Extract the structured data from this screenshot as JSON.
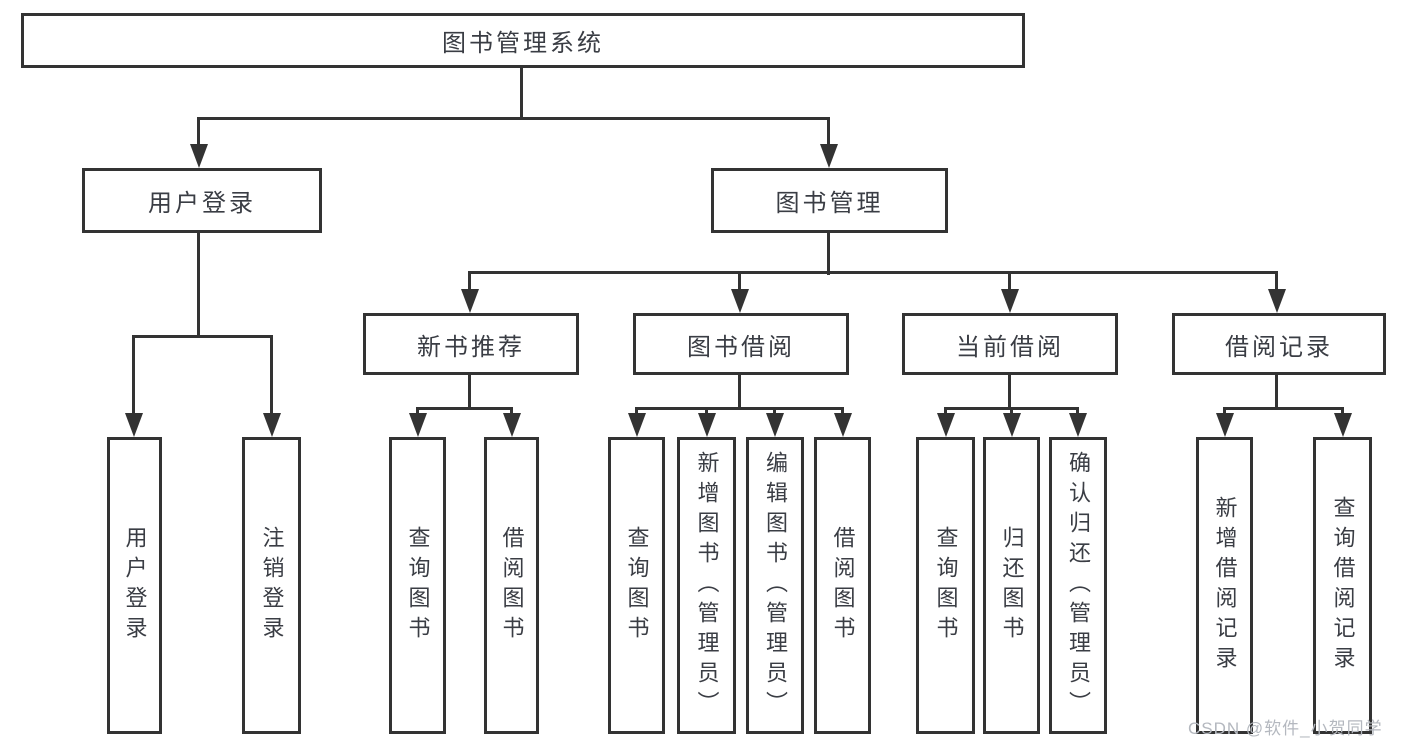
{
  "tree": {
    "root": {
      "label": "图书管理系统"
    },
    "branches": [
      {
        "label": "用户登录",
        "children": [
          "用户登录",
          "注销登录"
        ]
      },
      {
        "label": "图书管理",
        "sections": [
          {
            "label": "新书推荐",
            "children": [
              "查询图书",
              "借阅图书"
            ]
          },
          {
            "label": "图书借阅",
            "children": [
              "查询图书",
              "新增图书（管理员）",
              "编辑图书（管理员）",
              "借阅图书"
            ]
          },
          {
            "label": "当前借阅",
            "children": [
              "查询图书",
              "归还图书",
              "确认归还（管理员）"
            ]
          },
          {
            "label": "借阅记录",
            "children": [
              "新增借阅记录",
              "查询借阅记录"
            ]
          }
        ]
      }
    ]
  },
  "watermark": {
    "text": "CSDN @软件_小贺同学"
  },
  "colors": {
    "line": "#333333",
    "text": "#3a3d44",
    "watermark": "#b4b8bf",
    "background": "#ffffff"
  }
}
